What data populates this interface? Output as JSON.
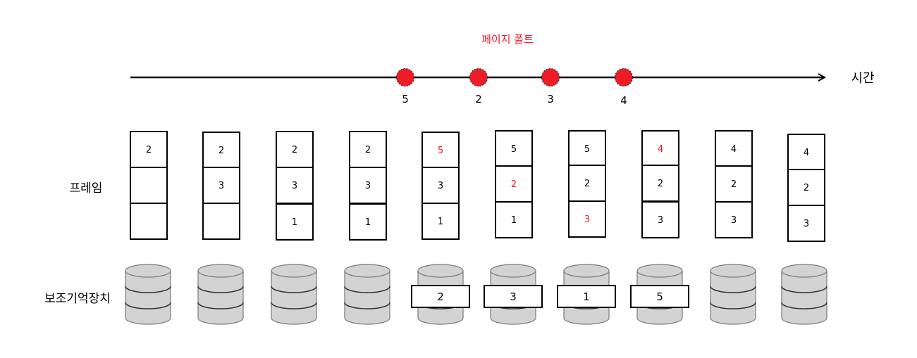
{
  "labels": {
    "page_fault": "페이지 폴트",
    "time": "시간",
    "frame": "프레임",
    "secondary_storage": "보조기억장치"
  },
  "colors": {
    "fault_red": "#ee1c25",
    "ink": "#000000",
    "disk_fill": "#d3d3d3",
    "disk_stroke": "#7a7a7a"
  },
  "timeline": {
    "fault_markers": [
      "5",
      "2",
      "3",
      "4"
    ]
  },
  "steps": [
    {
      "frames": [
        {
          "v": "2",
          "red": false
        },
        {
          "v": "",
          "red": false
        },
        {
          "v": "",
          "red": false
        }
      ],
      "swap": ""
    },
    {
      "frames": [
        {
          "v": "2",
          "red": false
        },
        {
          "v": "3",
          "red": false
        },
        {
          "v": "",
          "red": false
        }
      ],
      "swap": ""
    },
    {
      "frames": [
        {
          "v": "2",
          "red": false
        },
        {
          "v": "3",
          "red": false
        },
        {
          "v": "1",
          "red": false
        }
      ],
      "swap": ""
    },
    {
      "frames": [
        {
          "v": "2",
          "red": false
        },
        {
          "v": "3",
          "red": false
        },
        {
          "v": "1",
          "red": false
        }
      ],
      "swap": ""
    },
    {
      "frames": [
        {
          "v": "5",
          "red": true
        },
        {
          "v": "3",
          "red": false
        },
        {
          "v": "1",
          "red": false
        }
      ],
      "swap": "2"
    },
    {
      "frames": [
        {
          "v": "5",
          "red": false
        },
        {
          "v": "2",
          "red": true
        },
        {
          "v": "1",
          "red": false
        }
      ],
      "swap": "3"
    },
    {
      "frames": [
        {
          "v": "5",
          "red": false
        },
        {
          "v": "2",
          "red": false
        },
        {
          "v": "3",
          "red": true
        }
      ],
      "swap": "1"
    },
    {
      "frames": [
        {
          "v": "4",
          "red": true
        },
        {
          "v": "2",
          "red": false
        },
        {
          "v": "3",
          "red": false
        }
      ],
      "swap": "5"
    },
    {
      "frames": [
        {
          "v": "4",
          "red": false
        },
        {
          "v": "2",
          "red": false
        },
        {
          "v": "3",
          "red": false
        }
      ],
      "swap": ""
    },
    {
      "frames": [
        {
          "v": "4",
          "red": false
        },
        {
          "v": "2",
          "red": false
        },
        {
          "v": "3",
          "red": false
        }
      ],
      "swap": ""
    }
  ]
}
